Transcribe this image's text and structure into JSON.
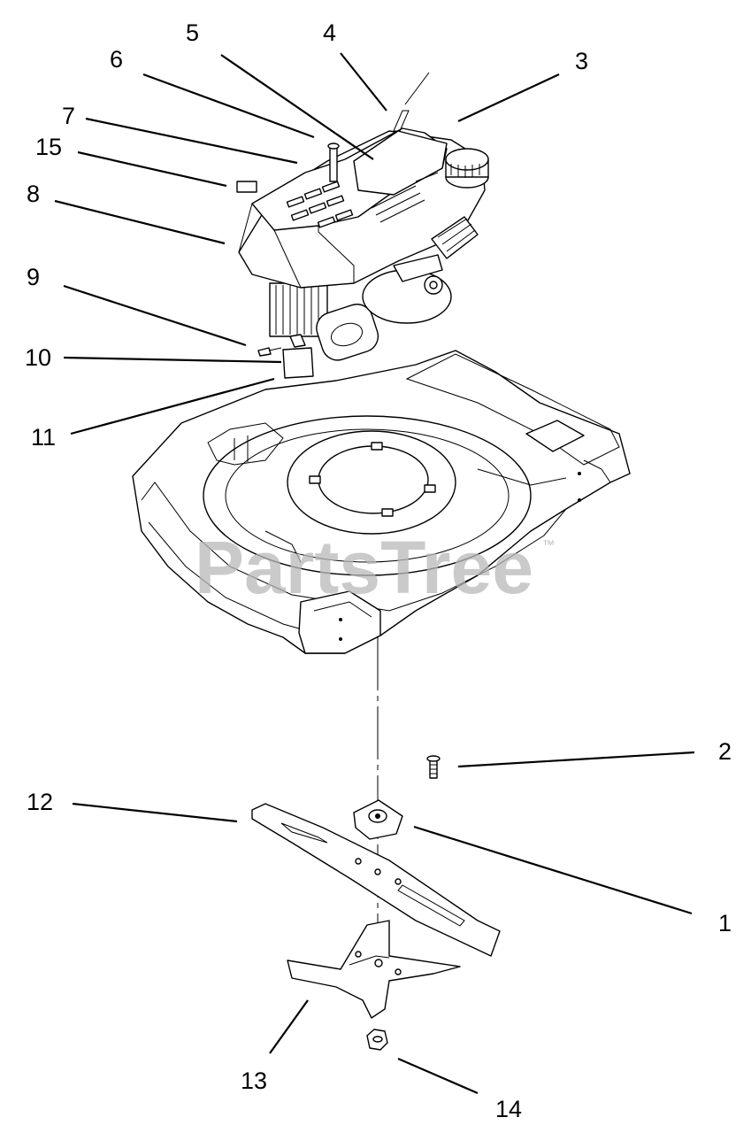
{
  "watermark": {
    "text": "PartsTree",
    "trademark": "™"
  },
  "callouts": [
    {
      "id": "c1",
      "number": "1"
    },
    {
      "id": "c2",
      "number": "2"
    },
    {
      "id": "c3",
      "number": "3"
    },
    {
      "id": "c4",
      "number": "4"
    },
    {
      "id": "c5",
      "number": "5"
    },
    {
      "id": "c6",
      "number": "6"
    },
    {
      "id": "c7",
      "number": "7"
    },
    {
      "id": "c8",
      "number": "8"
    },
    {
      "id": "c9",
      "number": "9"
    },
    {
      "id": "c10",
      "number": "10"
    },
    {
      "id": "c11",
      "number": "11"
    },
    {
      "id": "c12",
      "number": "12"
    },
    {
      "id": "c13",
      "number": "13"
    },
    {
      "id": "c14",
      "number": "14"
    },
    {
      "id": "c15",
      "number": "15"
    }
  ]
}
